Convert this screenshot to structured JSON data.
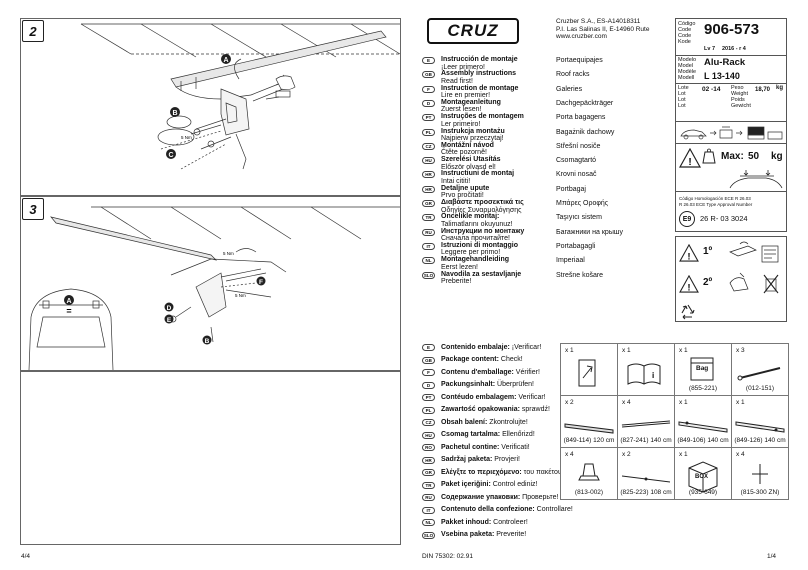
{
  "left_page": {
    "step2": "2",
    "step3": "3",
    "footer": "4/4",
    "callouts": {
      "a": "A",
      "b": "B",
      "c": "C",
      "d": "D",
      "e": "E",
      "f": "F",
      "eq": "="
    },
    "torque": "5 Nm"
  },
  "brand": {
    "logo": "CRUZ",
    "company": "Cruzber S.A., ES-A14018311",
    "address": "P.I. Las Salinas II, E-14960 Rute",
    "web": "www.cruzber.com"
  },
  "product": {
    "code_labels": [
      "Código",
      "Code",
      "Code",
      "Kode"
    ],
    "code": "906-573",
    "lv": "Lv 7",
    "date": "2016 - r 4",
    "model_labels": [
      "Modelo",
      "Model",
      "Modèle",
      "Modell"
    ],
    "model_name": "Alu-Rack",
    "model_size": "L 13-140",
    "lot_labels": [
      "Lote",
      "Lot",
      "Lot",
      "Lot"
    ],
    "lot_value": "02 -14",
    "weight_labels": [
      "Peso",
      "Weight",
      "Poids",
      "Gewicht"
    ],
    "weight_value": "18,70",
    "weight_unit": "kg",
    "max_label": "Max:",
    "max_value": "50",
    "max_unit": "kg",
    "homolog_line1": "Código Homologación ECE R 26.03",
    "homolog_line2": "R 26.03 ECE Type Approval Number",
    "homolog_mark": "E9",
    "homolog_code": "26 R- 03 3024",
    "note1": "1º",
    "note2": "2º"
  },
  "instructions": [
    {
      "lang": "E",
      "t1": "Instrucción de montaje",
      "t2": "¡Leer primero!",
      "r": "Portaequipajes"
    },
    {
      "lang": "GB",
      "t1": "Assembly instructions",
      "t2": "Read first!",
      "r": "Roof racks"
    },
    {
      "lang": "F",
      "t1": "Instruction de montage",
      "t2": "Lire en premier!",
      "r": "Galeries"
    },
    {
      "lang": "D",
      "t1": "Montageanleitung",
      "t2": "Zuerst lesen!",
      "r": "Dachgepäckträger"
    },
    {
      "lang": "PT",
      "t1": "Instruções de montagem",
      "t2": "Ler primeiro!",
      "r": "Porta bagagens"
    },
    {
      "lang": "PL",
      "t1": "Instrukcja montażu",
      "t2": "Najpierw przeczytaj!",
      "r": "Bagażnik dachowy"
    },
    {
      "lang": "CZ",
      "t1": "Montážní návod",
      "t2": "Čtěte pozorně!",
      "r": "Střešní nosiče"
    },
    {
      "lang": "HU",
      "t1": "Szerelési Utasítás",
      "t2": "Először olvasd el!",
      "r": "Csomagtartó"
    },
    {
      "lang": "HR",
      "t1": "Instructiuni de montaj",
      "t2": "Intai cititi!",
      "r": "Krovni nosač"
    },
    {
      "lang": "HR",
      "t1": "Detaljne upute",
      "t2": "Prvo pročitati!",
      "r": "Portbagaj"
    },
    {
      "lang": "GR",
      "t1": "Διαβάστε προσεκτικά τις",
      "t2": "Οδηγίες Συναρμολόγησης",
      "r": "Μπάρες Οροφής"
    },
    {
      "lang": "TR",
      "t1": "Öncelikle montaj:",
      "t2": "Talimatlarını okuyunuz!",
      "r": "Taşıyıcı sistem"
    },
    {
      "lang": "RU",
      "t1": "Инструкции по монтажу",
      "t2": "Сначала прочитайте!",
      "r": "Багажники на крышу"
    },
    {
      "lang": "IT",
      "t1": "Istruzioni di montaggio",
      "t2": "Leggere per primo!",
      "r": "Portabagagli"
    },
    {
      "lang": "NL",
      "t1": "Montagehandleiding",
      "t2": "Eerst lezen!",
      "r": "Imperiaal"
    },
    {
      "lang": "SLO",
      "t1": "Navodila za sestavljanje",
      "t2": "Preberite!",
      "r": "Strešne košare"
    }
  ],
  "contents": [
    {
      "lang": "E",
      "b": "Contenido embalaje:",
      "t": " ¡Verificar!"
    },
    {
      "lang": "GB",
      "b": "Package content:",
      "t": " Check!"
    },
    {
      "lang": "F",
      "b": "Contenu d'emballage:",
      "t": " Vérifier!"
    },
    {
      "lang": "D",
      "b": "Packungsinhalt:",
      "t": " Überprüfen!"
    },
    {
      "lang": "PT",
      "b": "Contéudo embalagem:",
      "t": " Verificar!"
    },
    {
      "lang": "PL",
      "b": "Zawartość opakowania:",
      "t": " sprawdź!"
    },
    {
      "lang": "CZ",
      "b": "Obsah balení:",
      "t": " Zkontrolujte!"
    },
    {
      "lang": "HU",
      "b": "Csomag tartalma:",
      "t": " Ellenőrizd!"
    },
    {
      "lang": "RO",
      "b": "Pachetul contine:",
      "t": " Verificati!"
    },
    {
      "lang": "HR",
      "b": "Sadržaj paketa:",
      "t": " Provjeri!"
    },
    {
      "lang": "GR",
      "b": "Ελέγξτε το περιεχόμενο:",
      "t": " του πακέτου!"
    },
    {
      "lang": "TR",
      "b": "Paket içeriğini:",
      "t": " Control ediniz!"
    },
    {
      "lang": "RU",
      "b": "Содержание упаковки:",
      "t": " Проверьте!"
    },
    {
      "lang": "IT",
      "b": "Contenuto della confezione:",
      "t": " Controllare!"
    },
    {
      "lang": "NL",
      "b": "Pakket inhoud:",
      "t": " Controleer!"
    },
    {
      "lang": "SLO",
      "b": "Vsebina paketa:",
      "t": " Preverite!"
    }
  ],
  "parts": [
    {
      "qty": "x 1",
      "code": "",
      "len": ""
    },
    {
      "qty": "x 1",
      "code": "",
      "len": ""
    },
    {
      "qty": "x 1",
      "code": "(855-221)",
      "len": "",
      "bag": "Bag"
    },
    {
      "qty": "x 3",
      "code": "(012-151)",
      "len": ""
    },
    {
      "qty": "x 2",
      "code": "(849-114)",
      "len": "120 cm"
    },
    {
      "qty": "x 4",
      "code": "(827-241)",
      "len": "140 cm"
    },
    {
      "qty": "x 1",
      "code": "(849-106)",
      "len": "140 cm"
    },
    {
      "qty": "x 1",
      "code": "(849-126)",
      "len": "140 cm"
    },
    {
      "qty": "x 4",
      "code": "(813-002)",
      "len": ""
    },
    {
      "qty": "x 2",
      "code": "(825-223)",
      "len": "108 cm"
    },
    {
      "qty": "x 1",
      "code": "(935-649)",
      "len": "",
      "box": "BOX"
    },
    {
      "qty": "x 4",
      "code": "(815-300 ZN)",
      "len": ""
    }
  ],
  "footer": {
    "din": "DIN 75302: 02.91",
    "page": "1/4"
  }
}
